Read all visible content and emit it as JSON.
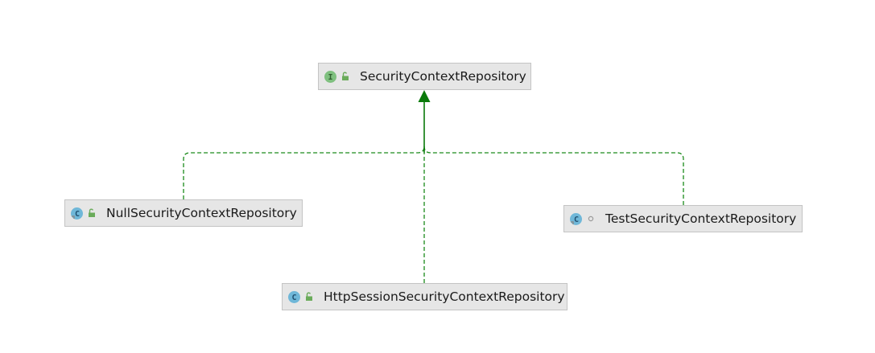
{
  "colors": {
    "edge": "#1a8a1a",
    "arrowhead": "#0a7a0a",
    "node_bg": "#e6e6e6",
    "node_border": "#c4c4c4",
    "interface_icon": "#7fc07f",
    "class_icon": "#6fb7d8",
    "public_icon": "#6aab5a"
  },
  "nodes": {
    "security_context_repository": {
      "label": "SecurityContextRepository",
      "kind": "interface-icon",
      "visibility": "public-lock-icon"
    },
    "null_security_context_repository": {
      "label": "NullSecurityContextRepository",
      "kind": "abstract-class-icon",
      "visibility": "public-lock-icon"
    },
    "test_security_context_repository": {
      "label": "TestSecurityContextRepository",
      "kind": "abstract-class-icon",
      "visibility": "package-private-icon"
    },
    "http_session_security_context_repository": {
      "label": "HttpSessionSecurityContextRepository",
      "kind": "class-icon",
      "visibility": "public-lock-icon"
    }
  },
  "edges": [
    {
      "from": "null_security_context_repository",
      "to": "security_context_repository",
      "type": "implements"
    },
    {
      "from": "http_session_security_context_repository",
      "to": "security_context_repository",
      "type": "implements"
    },
    {
      "from": "test_security_context_repository",
      "to": "security_context_repository",
      "type": "implements"
    }
  ]
}
